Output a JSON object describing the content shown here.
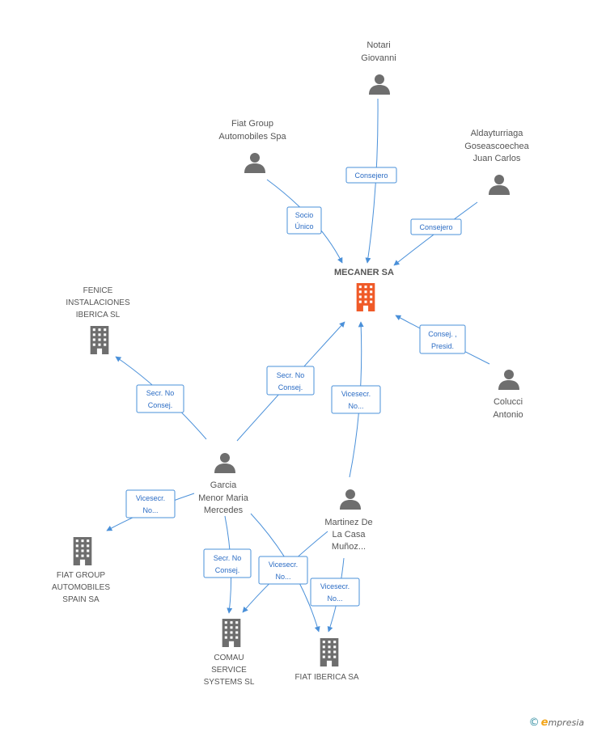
{
  "nodes": {
    "mecaner": {
      "label": [
        "MECANER SA"
      ],
      "kind": "company-main"
    },
    "notari": {
      "label": [
        "Notari",
        "Giovanni"
      ],
      "kind": "person"
    },
    "fiatgroup_spa": {
      "label": [
        "Fiat Group",
        "Automobiles Spa"
      ],
      "kind": "person"
    },
    "aldayturriaga": {
      "label": [
        "Aldayturriaga",
        "Goseascoechea",
        "Juan Carlos"
      ],
      "kind": "person"
    },
    "fenice": {
      "label": [
        "FENICE",
        "INSTALACIONES",
        "IBERICA SL"
      ],
      "kind": "company"
    },
    "colucci": {
      "label": [
        "Colucci",
        "Antonio"
      ],
      "kind": "person"
    },
    "garcia": {
      "label": [
        "Garcia",
        "Menor Maria",
        "Mercedes"
      ],
      "kind": "person"
    },
    "martinez": {
      "label": [
        "Martinez De",
        "La Casa",
        "Muñoz..."
      ],
      "kind": "person"
    },
    "fiat_spain": {
      "label": [
        "FIAT GROUP",
        "AUTOMOBILES",
        "SPAIN SA"
      ],
      "kind": "company"
    },
    "comau": {
      "label": [
        "COMAU",
        "SERVICE",
        "SYSTEMS SL"
      ],
      "kind": "company"
    },
    "fiat_iberica": {
      "label": [
        "FIAT IBERICA SA"
      ],
      "kind": "company"
    }
  },
  "edges": [
    {
      "id": "notari-consejero",
      "label": [
        "Consejero"
      ]
    },
    {
      "id": "fiatspa-socio",
      "label": [
        "Socio",
        "Único"
      ]
    },
    {
      "id": "alday-consejero",
      "label": [
        "Consejero"
      ]
    },
    {
      "id": "colucci-consej",
      "label": [
        "Consej. ,",
        "Presid."
      ]
    },
    {
      "id": "garcia-mecaner",
      "label": [
        "Secr.  No",
        "Consej."
      ]
    },
    {
      "id": "garcia-fenice",
      "label": [
        "Secr.  No",
        "Consej."
      ]
    },
    {
      "id": "martinez-mecaner",
      "label": [
        "Vicesecr.",
        "No..."
      ]
    },
    {
      "id": "garcia-fiatspain",
      "label": [
        "Vicesecr.",
        "No..."
      ]
    },
    {
      "id": "garcia-comau",
      "label": [
        "Secr.  No",
        "Consej."
      ]
    },
    {
      "id": "center-vicesecr",
      "label": [
        "Vicesecr.",
        "No..."
      ]
    },
    {
      "id": "martinez-iberica",
      "label": [
        "Vicesecr.",
        "No..."
      ]
    }
  ],
  "colors": {
    "edge": "#4a90d9",
    "node": "#6e6e6e",
    "main": "#f05a28"
  },
  "brand": {
    "copyright": "©",
    "initial": "e",
    "rest": "mpresia"
  }
}
